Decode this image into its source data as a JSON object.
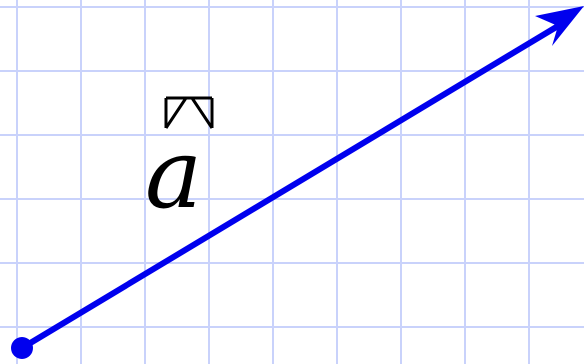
{
  "diagram": {
    "vector_label": "a",
    "colors": {
      "grid": "#c9d2fb",
      "vector": "#0000ee",
      "label": "#000000",
      "background": "#ffffff"
    },
    "grid": {
      "visible": true
    },
    "vector": {
      "start_marker": "filled-circle",
      "end_marker": "arrowhead"
    },
    "icons": {
      "over_arrow": "vector-arrow-icon"
    }
  }
}
